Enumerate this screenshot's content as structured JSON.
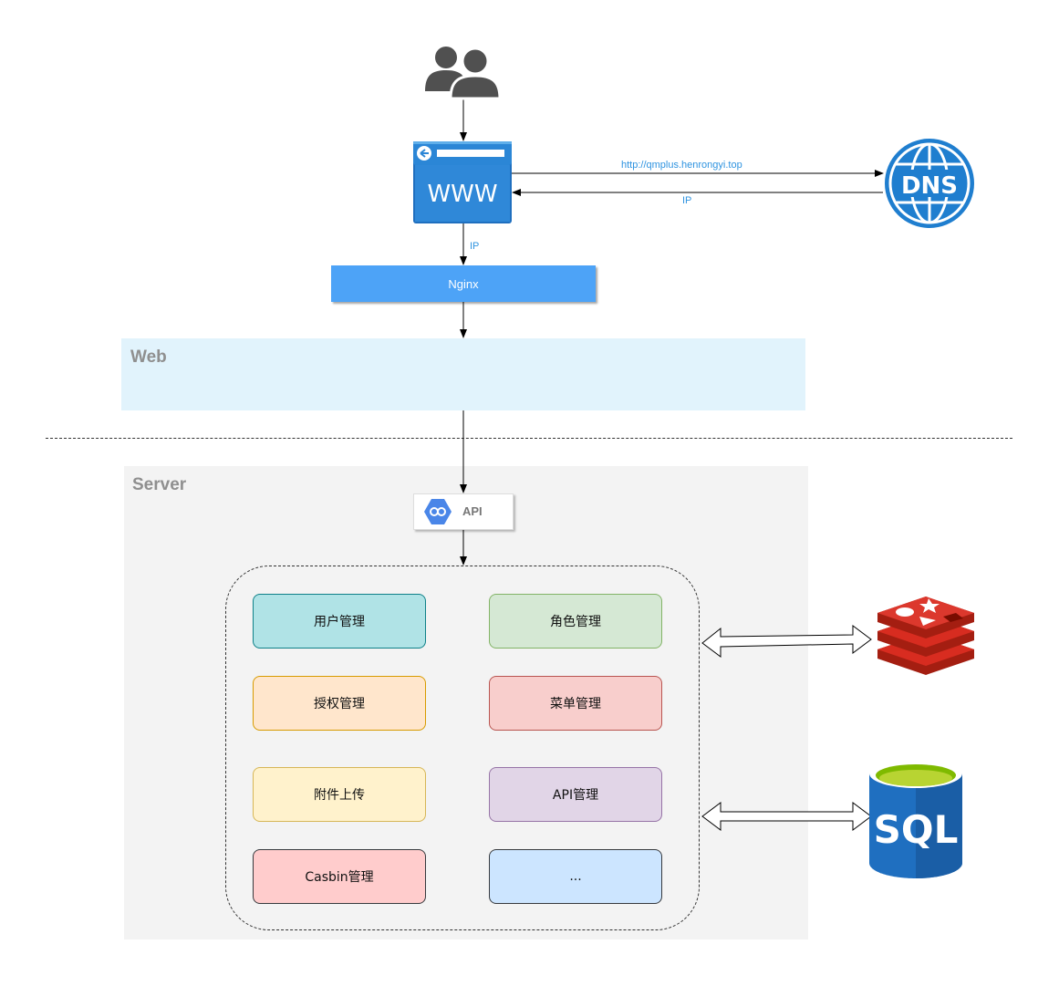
{
  "zones": {
    "web": "Web",
    "server": "Server"
  },
  "nodes": {
    "nginx": "Nginx",
    "api": "API",
    "browser_icon": "WWW",
    "dns_icon": "DNS",
    "sql_icon": "SQL"
  },
  "edges": {
    "browser_to_dns": "http://qmplus.henrongyi.top",
    "dns_to_browser": "IP",
    "browser_to_nginx": "IP"
  },
  "modules": [
    {
      "label": "用户管理",
      "fill": "#b0e3e6",
      "stroke": "#0e8088"
    },
    {
      "label": "角色管理",
      "fill": "#d5e8d4",
      "stroke": "#82b366"
    },
    {
      "label": "授权管理",
      "fill": "#ffe6cc",
      "stroke": "#d79b00"
    },
    {
      "label": "菜单管理",
      "fill": "#f8cecc",
      "stroke": "#b85450"
    },
    {
      "label": "附件上传",
      "fill": "#fff2cc",
      "stroke": "#d6b656"
    },
    {
      "label": "API管理",
      "fill": "#e1d5e7",
      "stroke": "#9673a6"
    },
    {
      "label": "Casbin管理",
      "fill": "#ffcccc",
      "stroke": "#36393d"
    },
    {
      "label": "...",
      "fill": "#cce5ff",
      "stroke": "#36393d"
    }
  ],
  "icons": [
    "users-icon",
    "browser-www-icon",
    "dns-globe-icon",
    "redis-icon",
    "sql-database-icon",
    "api-endpoints-icon"
  ],
  "colors": {
    "accent_blue": "#4da3f7",
    "label_blue": "#2e93e0",
    "web_zone": "#e1f3fc",
    "server_zone": "#f3f3f3"
  }
}
